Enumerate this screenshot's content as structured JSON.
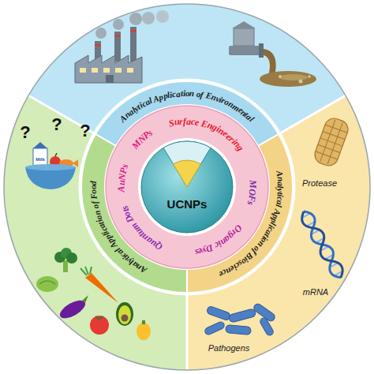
{
  "diagram": {
    "nodes": [
      {
        "text": [
          "Analytical Application of Environmental"
        ]
      },
      {
        "text": [
          "Analytical Application of Bioscience"
        ]
      },
      {
        "text": [
          "Analytical Application of Food"
        ]
      },
      {
        "text": [
          "MNPs",
          "Surface Engineering",
          "MOFs",
          "Organic Dyes",
          "Quantum Dots",
          "AuNPs"
        ]
      },
      {
        "text": [
          "UCNPs"
        ],
        "in": 3
      }
    ],
    "labels": [
      "?",
      "?",
      "?",
      "Milk",
      "Protease",
      "mRNA",
      "Pathogens"
    ]
  }
}
